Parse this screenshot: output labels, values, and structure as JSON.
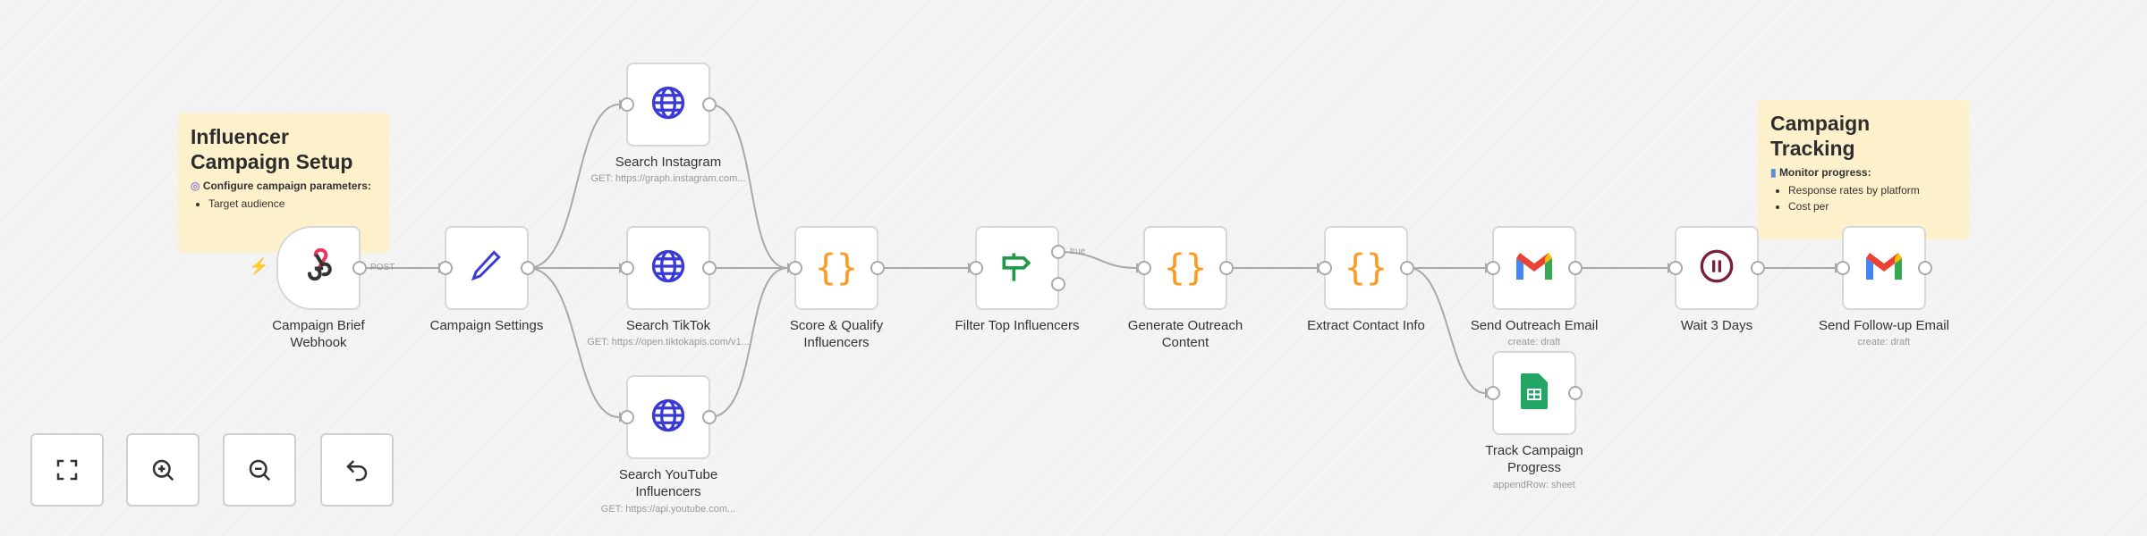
{
  "sticky_notes": [
    {
      "title": "Influencer Campaign Setup",
      "subtitle": "Configure campaign parameters:",
      "items": [
        "Target audience"
      ]
    },
    {
      "title": "Campaign Tracking",
      "subtitle": "Monitor progress:",
      "items": [
        "Response rates by platform",
        "Cost per"
      ]
    }
  ],
  "nodes": {
    "webhook": {
      "label": "Campaign Brief Webhook",
      "icon": "webhook-icon"
    },
    "settings": {
      "label": "Campaign Settings",
      "icon": "pencil-icon"
    },
    "instagram": {
      "label": "Search Instagram",
      "sub": "GET: https://graph.instagram.com...",
      "icon": "globe-icon"
    },
    "tiktok": {
      "label": "Search TikTok",
      "sub": "GET: https://open.tiktokapis.com/v1...",
      "icon": "globe-icon"
    },
    "youtube": {
      "label": "Search YouTube Influencers",
      "sub": "GET: https://api.youtube.com...",
      "icon": "globe-icon"
    },
    "score": {
      "label": "Score & Qualify Influencers",
      "icon": "code-braces-icon"
    },
    "filter": {
      "label": "Filter Top Influencers",
      "icon": "signpost-icon"
    },
    "generate": {
      "label": "Generate Outreach Content",
      "icon": "code-braces-icon"
    },
    "extract": {
      "label": "Extract Contact Info",
      "icon": "code-braces-icon"
    },
    "send": {
      "label": "Send Outreach Email",
      "sub": "create: draft",
      "icon": "gmail-icon"
    },
    "track": {
      "label": "Track Campaign Progress",
      "sub": "appendRow: sheet",
      "icon": "google-sheets-icon"
    },
    "wait": {
      "label": "Wait 3 Days",
      "icon": "pause-icon"
    },
    "followup": {
      "label": "Send Follow-up Email",
      "sub": "create: draft",
      "icon": "gmail-icon"
    }
  },
  "edge_labels": {
    "post": "POST",
    "true": "true"
  },
  "controls": [
    "fit-view",
    "zoom-in",
    "zoom-out",
    "undo"
  ],
  "colors": {
    "sticky": "#fdf1cc",
    "code": "#ff9922",
    "globe": "#3a3ad6",
    "filter": "#1e9a4a",
    "wait": "#7a1f3d"
  }
}
